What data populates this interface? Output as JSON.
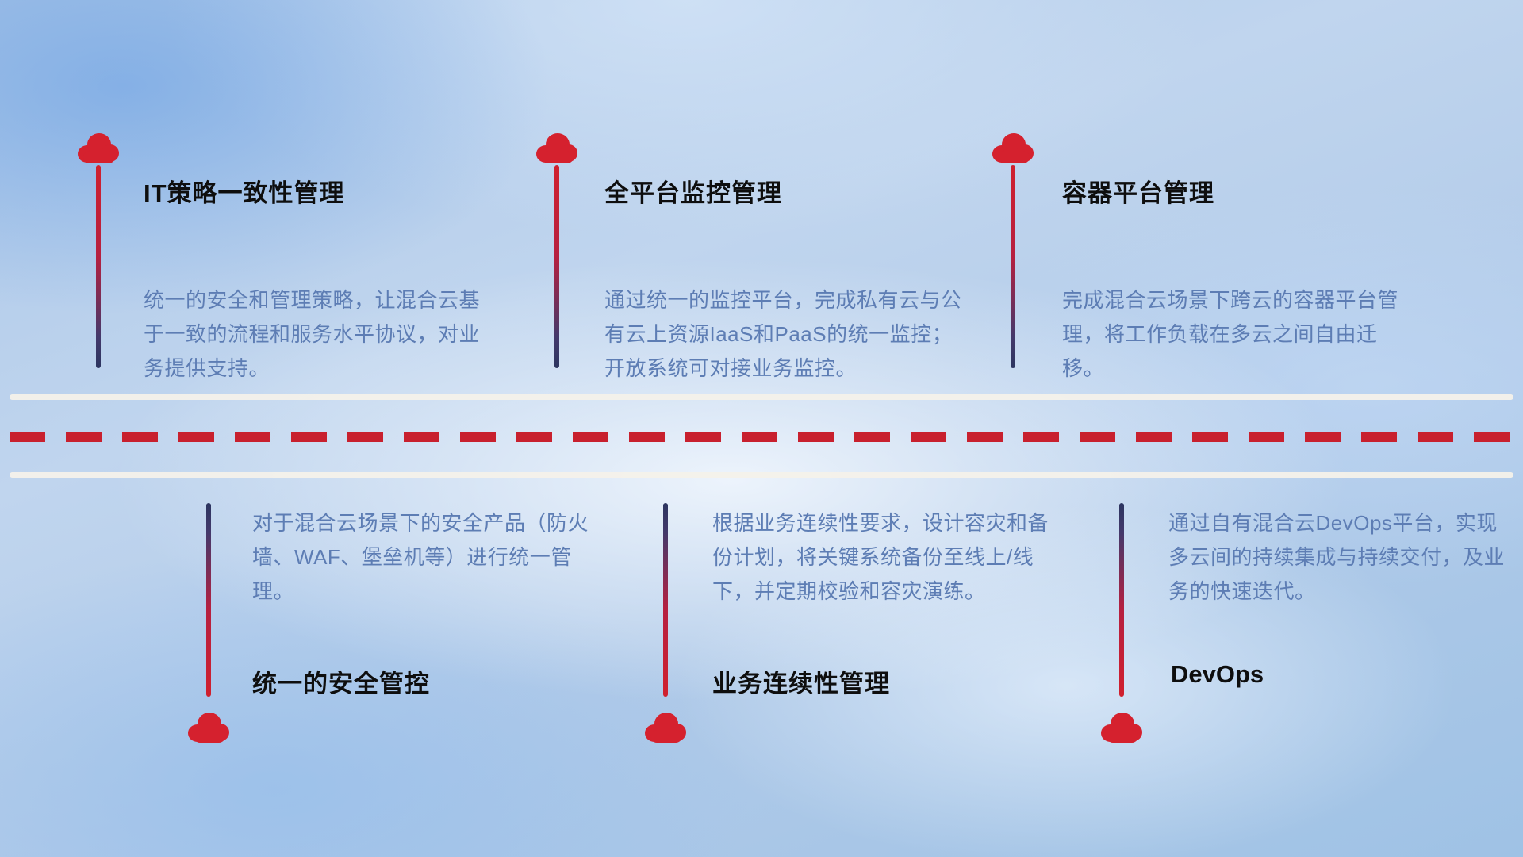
{
  "colors": {
    "cloud_red": "#d5212e",
    "dash_red": "#c8202e",
    "connector_red": "#d0202e",
    "connector_navy": "#2c3560",
    "title_text": "#0e0e0e",
    "description_text": "#5d7db4",
    "divider_white": "#f4f1ea",
    "background_blue": "#b3cbe9"
  },
  "top_items": [
    {
      "title": "IT策略一致性管理",
      "description": "统一的安全和管理策略，让混合云基于一致的流程和服务水平协议，对业务提供支持。"
    },
    {
      "title": "全平台监控管理",
      "description": "通过统一的监控平台，完成私有云与公有云上资源IaaS和PaaS的统一监控；开放系统可对接业务监控。"
    },
    {
      "title": "容器平台管理",
      "description": "完成混合云场景下跨云的容器平台管理，将工作负载在多云之间自由迁移。"
    }
  ],
  "bottom_items": [
    {
      "title": "统一的安全管控",
      "description": "对于混合云场景下的安全产品（防火墙、WAF、堡垒机等）进行统一管理。"
    },
    {
      "title": "业务连续性管理",
      "description": "根据业务连续性要求，设计容灾和备份计划，将关键系统备份至线上/线下，并定期校验和容灾演练。"
    },
    {
      "title": "DevOps",
      "description": "通过自有混合云DevOps平台，实现多云间的持续集成与持续交付，及业务的快速迭代。"
    }
  ]
}
